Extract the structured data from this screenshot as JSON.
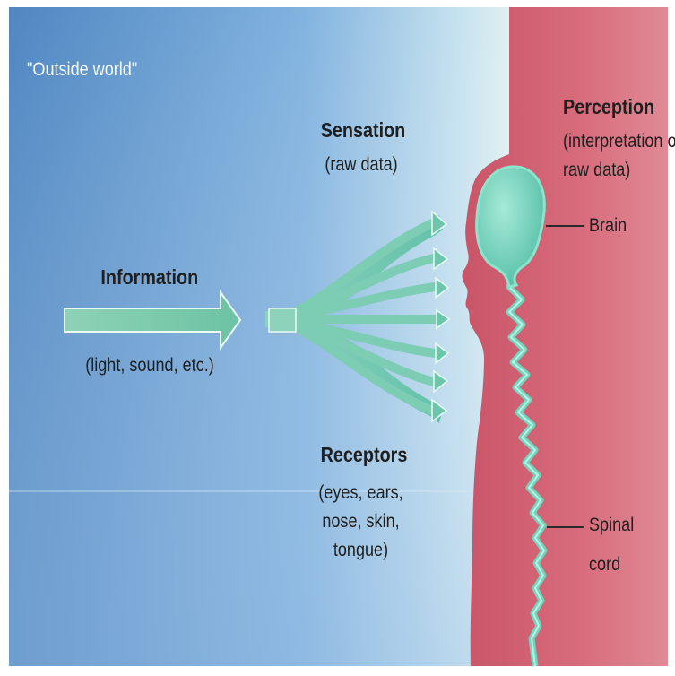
{
  "outside_world": "\"Outside world\"",
  "information": {
    "title": "Information",
    "detail": "(light, sound, etc.)"
  },
  "sensation": {
    "title": "Sensation",
    "detail": "(raw data)"
  },
  "receptors": {
    "title": "Receptors",
    "detail_lines": [
      "(eyes, ears,",
      "nose, skin,",
      "tongue)"
    ]
  },
  "perception": {
    "title": "Perception",
    "detail_lines": [
      "(interpretation of",
      "raw data)"
    ]
  },
  "brain": "Brain",
  "spinal_cord_lines": [
    "Spinal",
    "cord"
  ],
  "colors": {
    "outside_bg_top": "#4d87c4",
    "outside_bg_bottom": "#7aa9da",
    "body_fill": "#cf5f70",
    "nerve_fill": "#6fd4bd",
    "arrow_fill": "#7fc9a9"
  }
}
